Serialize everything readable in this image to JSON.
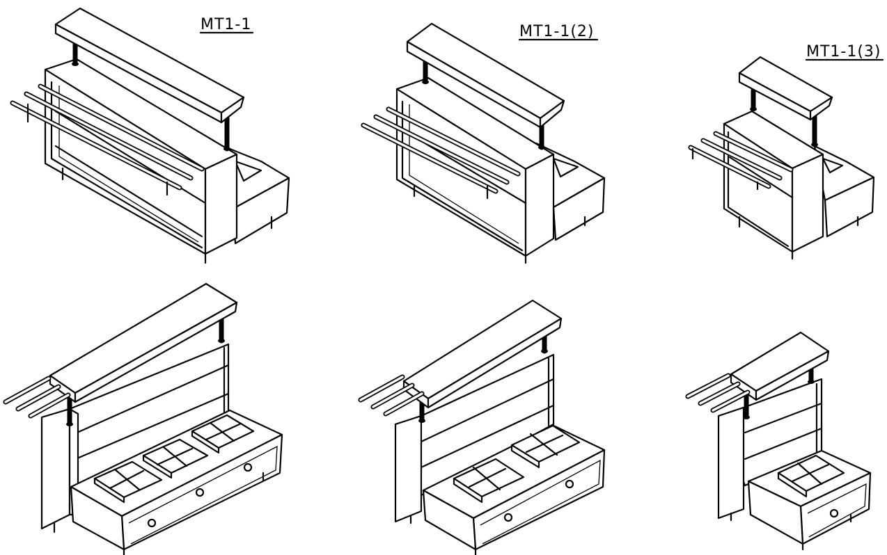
{
  "labels": {
    "unit1": "MT1-1",
    "unit2": "MT1-1(2)",
    "unit3": "MT1-1(3)"
  }
}
